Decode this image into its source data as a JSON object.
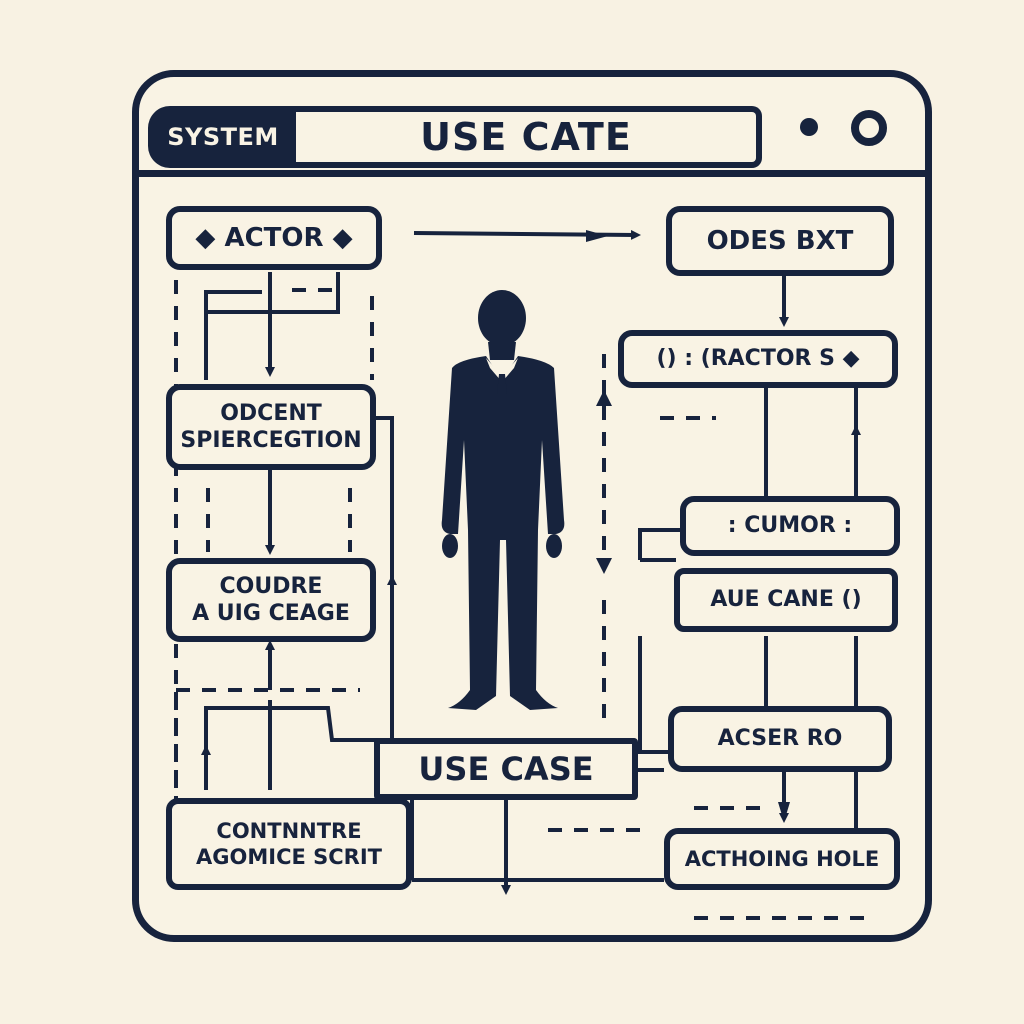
{
  "window": {
    "system_tab": "SYSTEM",
    "title": "USE CATE"
  },
  "diagram": {
    "left_boxes": [
      {
        "label": "◆ ACTOR ◆"
      },
      {
        "lines": [
          "ODCENT",
          "SPIERCEGTION"
        ]
      },
      {
        "lines": [
          "COUDRE",
          "A UIG CEAGE"
        ]
      },
      {
        "lines": [
          "CONTNNTRE",
          "AGOMICE SCRIT"
        ]
      }
    ],
    "center_box": "USE CASE",
    "right_boxes": [
      {
        "label": "ODES BXT"
      },
      {
        "label": "() : (RACTOR S ◆"
      },
      {
        "label": ": CUMOR :"
      },
      {
        "label": "AUE CANE ()"
      },
      {
        "label": "ACSER RO"
      },
      {
        "label": "ACTHOING HOLE"
      }
    ]
  },
  "colors": {
    "ink": "#17233d",
    "paper": "#f9f3e4",
    "background": "#f8f2e3"
  },
  "icons": {
    "figure": "person-silhouette-icon",
    "window_controls": [
      "dot-icon",
      "ring-icon"
    ]
  }
}
